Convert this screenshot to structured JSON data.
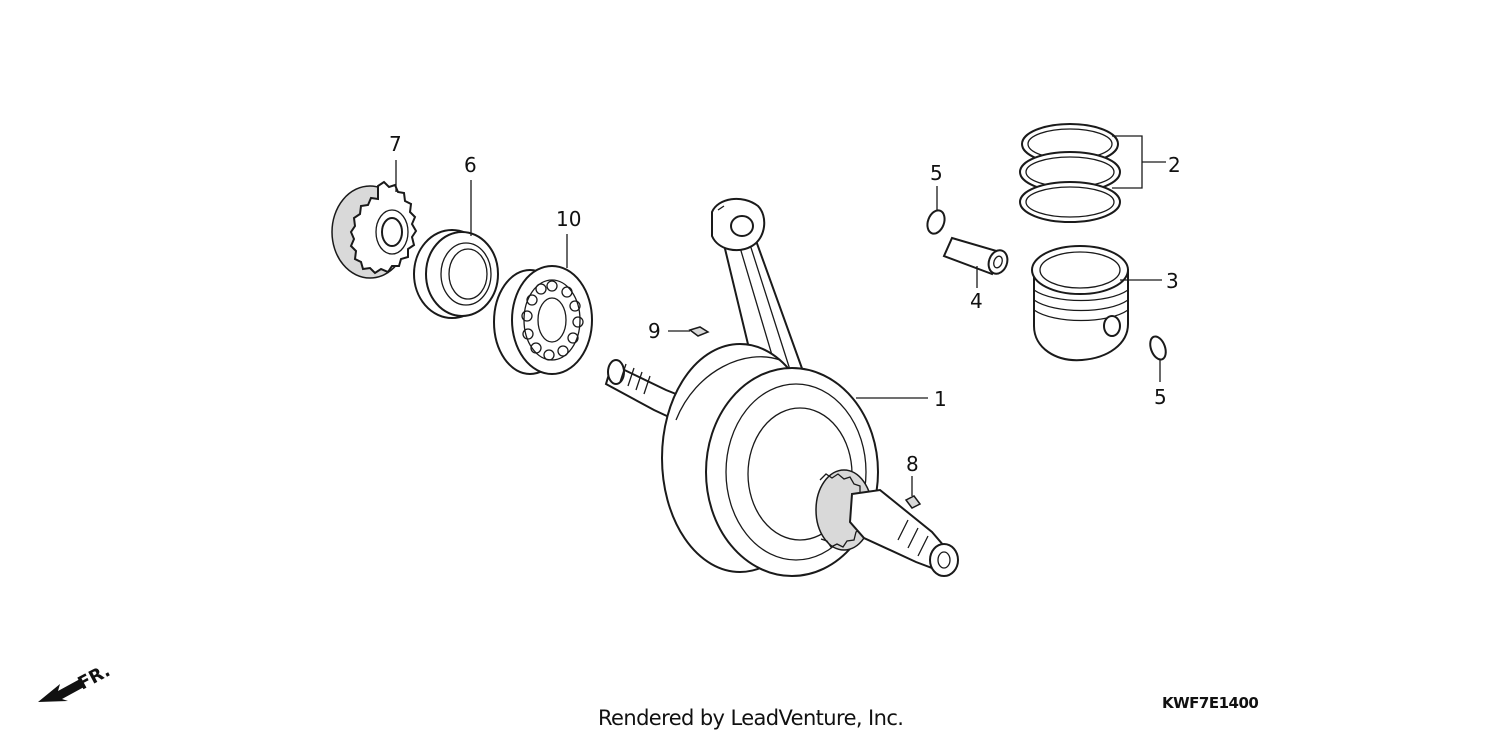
{
  "callouts": {
    "p1": "1",
    "p2": "2",
    "p3": "3",
    "p4": "4",
    "p5a": "5",
    "p5b": "5",
    "p6": "6",
    "p7": "7",
    "p8": "8",
    "p9": "9",
    "p10": "10"
  },
  "front_marker": "FR.",
  "figure_code": "KWF7E1400",
  "footer": "Rendered by LeadVenture, Inc."
}
